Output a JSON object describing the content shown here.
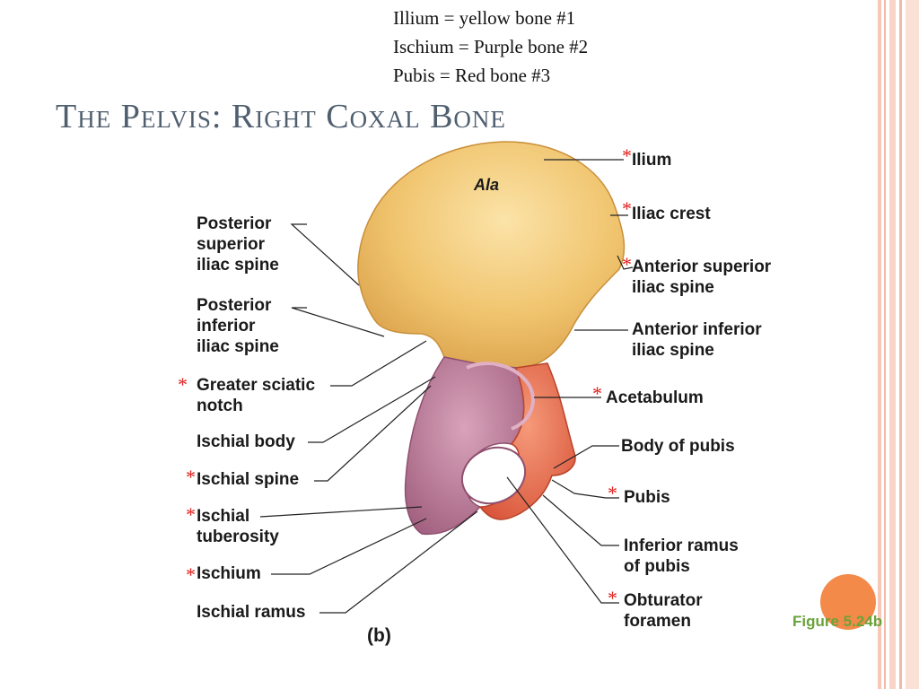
{
  "legend": {
    "line1": "Illium = yellow bone #1",
    "line2": "Ischium = Purple bone #2",
    "line3": "Pubis = Red bone #3"
  },
  "title": "The Pelvis: Right Coxal Bone",
  "figure_label": "(b)",
  "figure_ref": "Figure 5.24b",
  "ala_label": "Ala",
  "star_symbol": "*",
  "labels": {
    "ilium": "Ilium",
    "iliac_crest": "Iliac crest",
    "asis_1": "Anterior superior",
    "asis_2": "iliac spine",
    "aiis_1": "Anterior inferior",
    "aiis_2": "iliac spine",
    "acetabulum": "Acetabulum",
    "body_of_pubis": "Body of pubis",
    "pubis": "Pubis",
    "inf_ramus_1": "Inferior ramus",
    "inf_ramus_2": "of pubis",
    "obturator_1": "Obturator",
    "obturator_2": "foramen",
    "psis_1": "Posterior",
    "psis_2": "superior",
    "psis_3": "iliac spine",
    "piis_1": "Posterior",
    "piis_2": "inferior",
    "piis_3": "iliac spine",
    "sciatic_1": "Greater sciatic",
    "sciatic_2": "notch",
    "ischial_body": "Ischial body",
    "ischial_spine": "Ischial spine",
    "tuberosity_1": "Ischial",
    "tuberosity_2": "tuberosity",
    "ischium": "Ischium",
    "ischial_ramus": "Ischial ramus"
  },
  "colors": {
    "ilium": "#f0c46e",
    "ischium": "#b97897",
    "pubis": "#e8694a",
    "title": "#4f5f6f",
    "star": "#e0201c",
    "figure_ref": "#6aa33a",
    "accent_circle": "#f48a4a",
    "border_stripes": "#f4b9a6"
  }
}
